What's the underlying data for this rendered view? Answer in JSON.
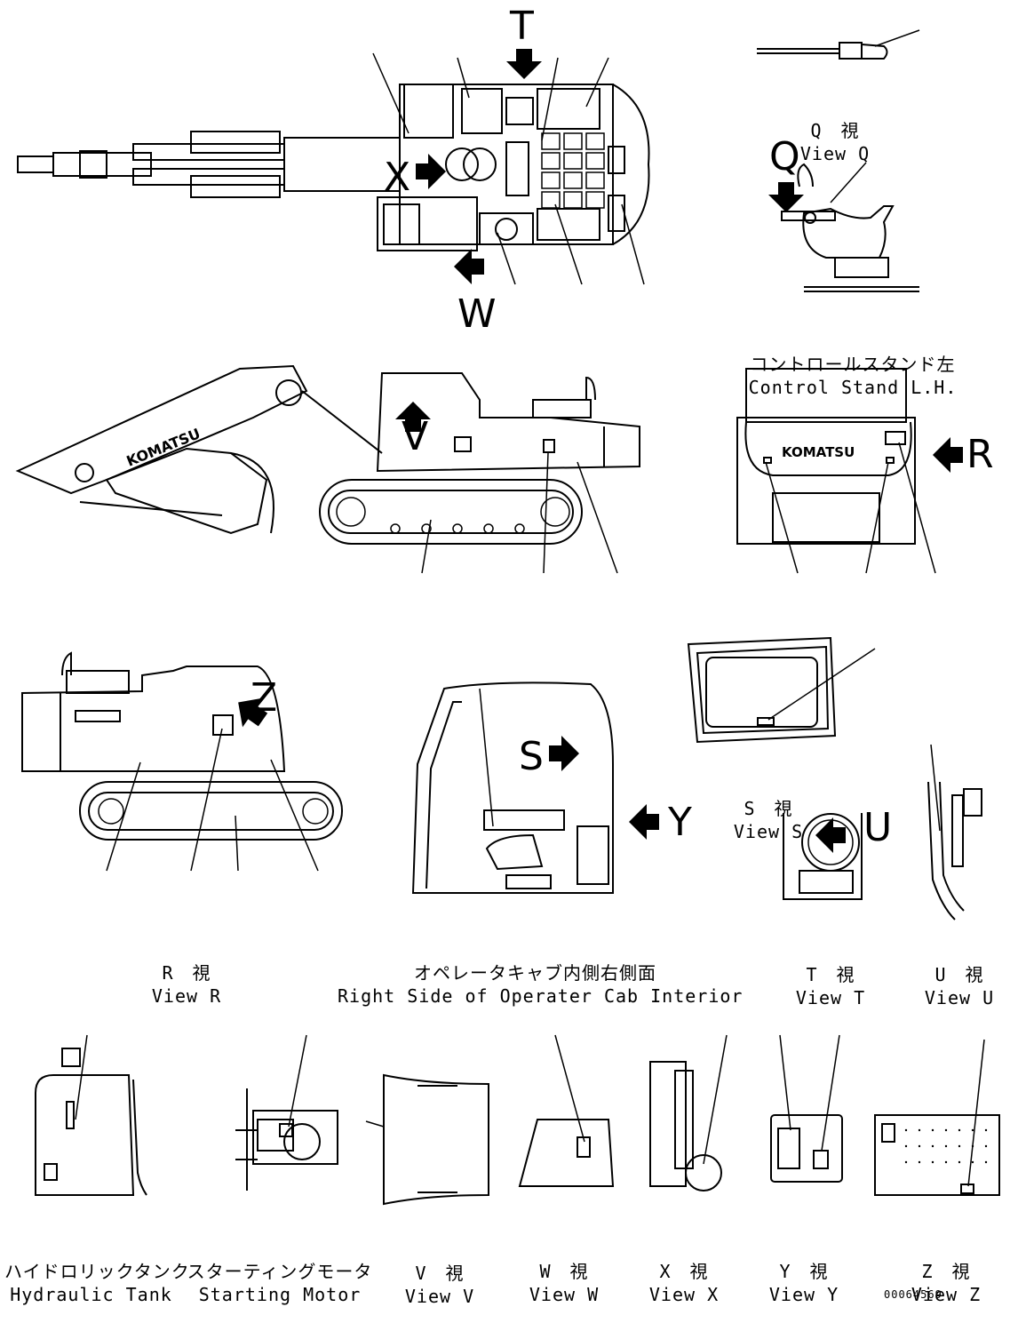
{
  "views": {
    "q": {
      "jp": "Q　視",
      "en": "View Q"
    },
    "control_stand": {
      "jp": "コントロールスタンド左",
      "en": "Control Stand L.H."
    },
    "s": {
      "jp": "S　視",
      "en": "View S"
    },
    "r": {
      "jp": "R　視",
      "en": "View R"
    },
    "cab": {
      "jp": "オペレータキャブ内側右側面",
      "en": "Right Side of Operater Cab Interior"
    },
    "t": {
      "jp": "T　視",
      "en": "View T"
    },
    "u": {
      "jp": "U　視",
      "en": "View U"
    },
    "hydraulic_tank": {
      "jp": "ハイドロリックタンク",
      "en": "Hydraulic Tank"
    },
    "starting_motor": {
      "jp": "スターティングモータ",
      "en": "Starting Motor"
    },
    "v": {
      "jp": "V　視",
      "en": "View V"
    },
    "w": {
      "jp": "W　視",
      "en": "View W"
    },
    "x": {
      "jp": "X　視",
      "en": "View X"
    },
    "y": {
      "jp": "Y　視",
      "en": "View Y"
    },
    "z": {
      "jp": "Z　視",
      "en": "View Z"
    }
  },
  "markers": {
    "T": "T",
    "X": "X",
    "W": "W",
    "Q": "Q",
    "V": "V",
    "R": "R",
    "Z": "Z",
    "S": "S",
    "Y": "Y",
    "U": "U"
  },
  "brand": "KOMATSU",
  "document_number": "00064569"
}
